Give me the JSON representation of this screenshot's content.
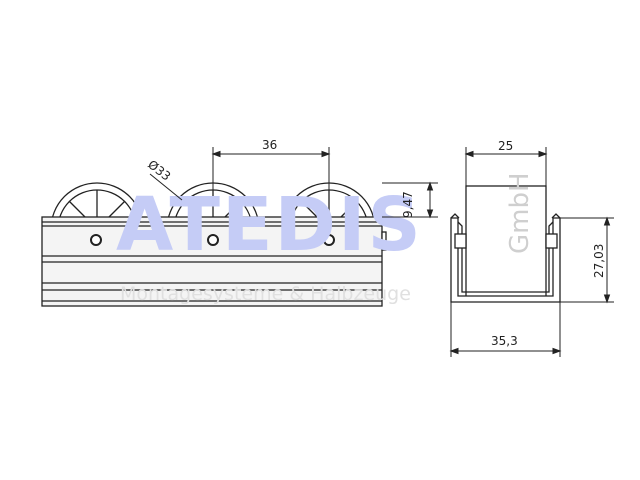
{
  "drawing": {
    "dimensions": {
      "pitch": "36",
      "diameter": "Ø33",
      "wheel_protrusion": "9,47",
      "inner_width": "25",
      "outer_width": "35,3",
      "height": "27,03"
    },
    "watermark": {
      "brand": "ATEDIS",
      "suffix": "GmbH",
      "tagline": "Montagesysteme & Halbzeuge"
    },
    "colors": {
      "line": "#222222",
      "rail_fill": "#f4f4f4",
      "wheel_fill": "#ffffff",
      "watermark_brand": "#c5ccf6",
      "watermark_gray": "#cfcfcf"
    }
  }
}
